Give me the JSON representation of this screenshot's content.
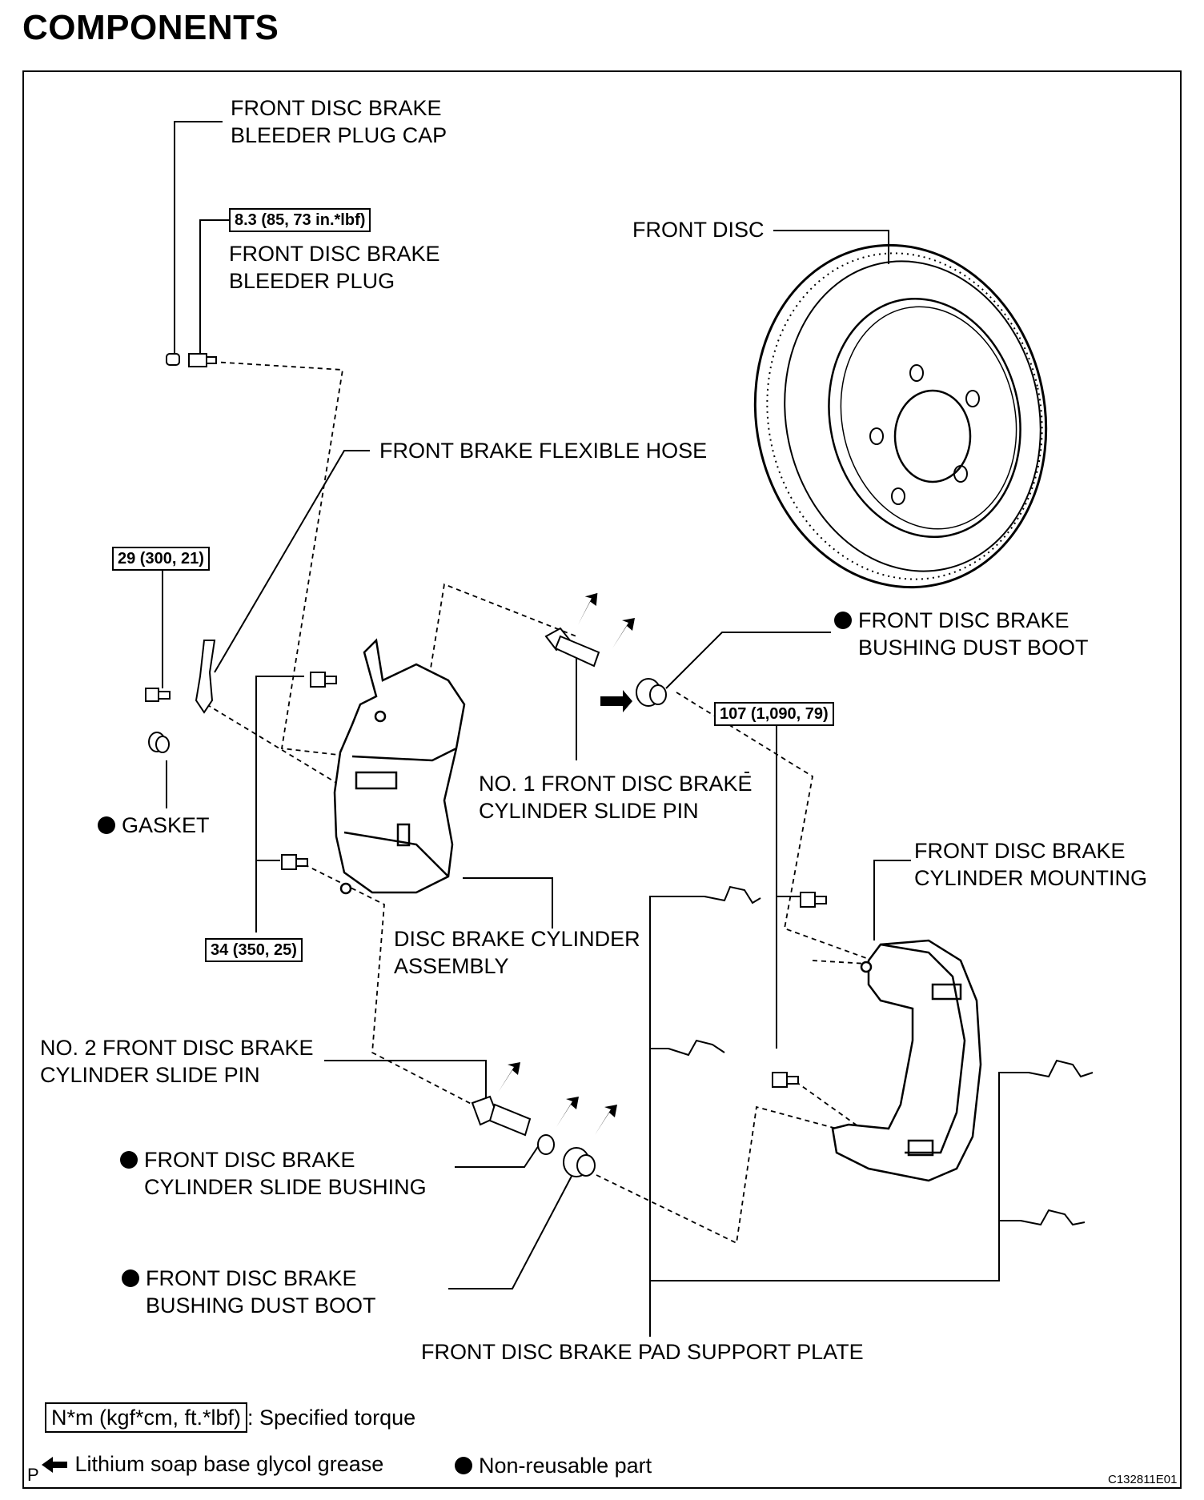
{
  "title": "COMPONENTS",
  "labels": {
    "bleeder_cap": [
      "FRONT DISC BRAKE",
      "BLEEDER PLUG CAP"
    ],
    "bleeder_plug": [
      "FRONT DISC BRAKE",
      "BLEEDER PLUG"
    ],
    "front_disc": "FRONT DISC",
    "flexible_hose": "FRONT BRAKE FLEXIBLE HOSE",
    "dust_boot_top": [
      "FRONT DISC BRAKE",
      "BUSHING DUST BOOT"
    ],
    "gasket": "GASKET",
    "slide_pin_1": [
      "NO. 1 FRONT DISC BRAKE",
      "CYLINDER SLIDE PIN"
    ],
    "cylinder_mounting": [
      "FRONT DISC BRAKE",
      "CYLINDER MOUNTING"
    ],
    "cylinder_assembly": [
      "DISC BRAKE CYLINDER",
      "ASSEMBLY"
    ],
    "slide_pin_2": [
      "NO. 2 FRONT DISC BRAKE",
      "CYLINDER SLIDE PIN"
    ],
    "slide_bushing": [
      "FRONT DISC BRAKE",
      "CYLINDER SLIDE BUSHING"
    ],
    "dust_boot_bottom": [
      "FRONT DISC BRAKE",
      "BUSHING DUST BOOT"
    ],
    "pad_support_plate": "FRONT DISC BRAKE PAD SUPPORT PLATE"
  },
  "torques": {
    "bleeder": "8.3 (85, 73 in.*lbf)",
    "hose": "29 (300, 21)",
    "mounting": "107 (1,090, 79)",
    "cylinder": "34 (350, 25)"
  },
  "legend": {
    "torque_box": "N*m (kgf*cm, ft.*lbf)",
    "torque_text": ": Specified torque",
    "grease": "Lithium soap base glycol grease",
    "nonreusable": "Non-reusable part"
  },
  "footer": {
    "page_mark": "P",
    "code": "C132811E01"
  },
  "icons": [
    "non-reusable-dot-icon",
    "grease-arrow-icon"
  ]
}
